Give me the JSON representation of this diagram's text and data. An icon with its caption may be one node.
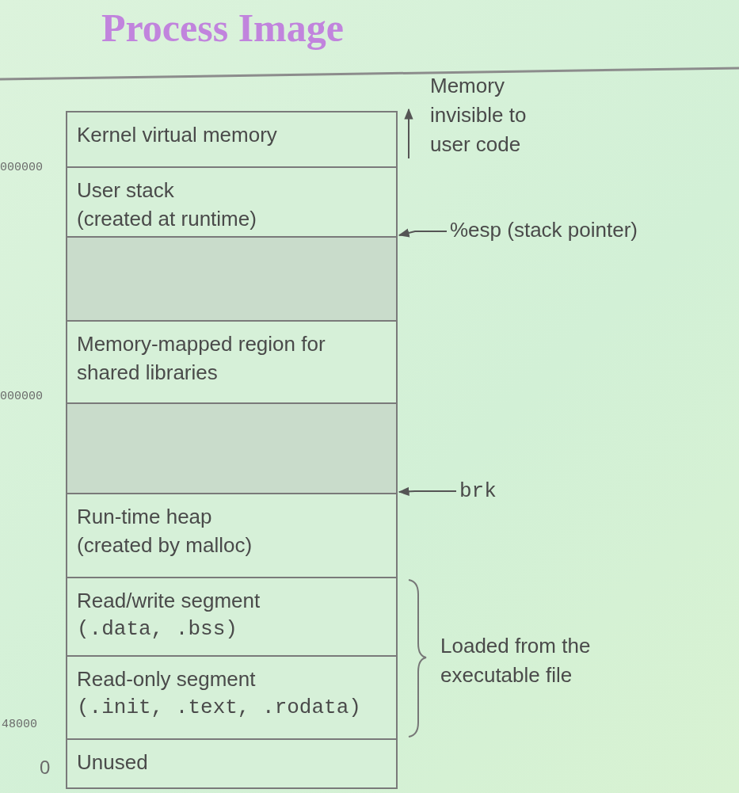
{
  "diagram": {
    "title": "Process Image",
    "nodes": [
      {
        "text": [
          "Kernel virtual memory"
        ]
      },
      {
        "text": [
          "User stack",
          "(created at runtime)"
        ]
      },
      {
        "text": [],
        "shape": "box"
      },
      {
        "text": [
          "Memory-mapped region for shared libraries"
        ]
      },
      {
        "text": [],
        "shape": "box"
      },
      {
        "text": [
          "Run-time heap",
          "(created by malloc)"
        ]
      },
      {
        "text": [
          "Read/write segment",
          "(.data, .bss)"
        ]
      },
      {
        "text": [
          "Read-only segment",
          "(.init, .text, .rodata)"
        ]
      },
      {
        "text": [
          "Unused"
        ]
      },
      {
        "text": [
          "%esp (stack pointer)"
        ]
      },
      {
        "text": [
          "brk"
        ]
      }
    ],
    "edges": [
      {
        "from": 9,
        "to": 1,
        "arrow": "to"
      },
      {
        "from": 10,
        "to": 5,
        "arrow": "to"
      }
    ],
    "labels": [
      "Memory invisible to user code",
      "Loaded from the executable file",
      "000000",
      "000000",
      "48000",
      "0"
    ]
  }
}
